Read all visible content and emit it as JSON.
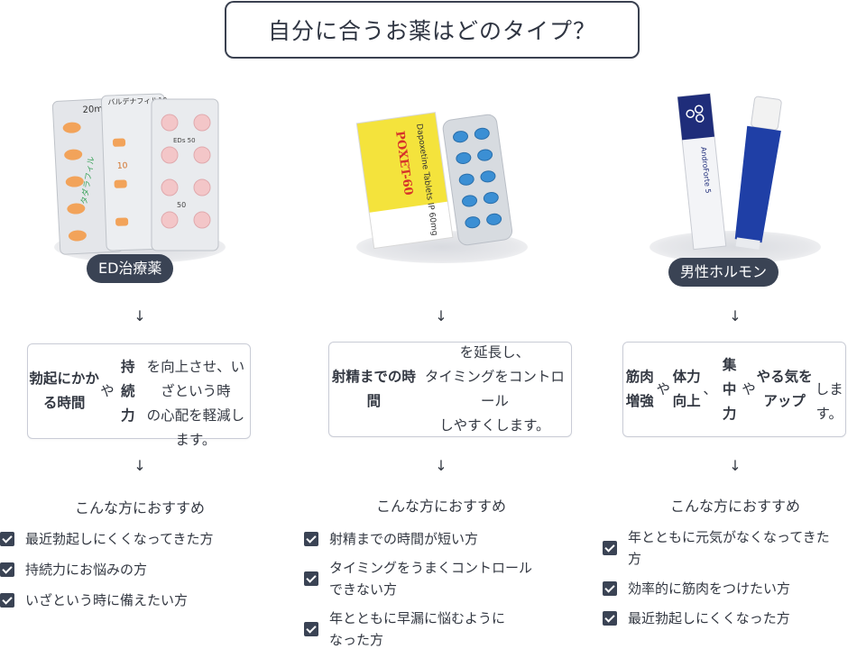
{
  "page_title": "自分に合うお薬はどのタイプ？",
  "arrow_glyph": "↓",
  "columns": [
    {
      "badge": "ED治療薬",
      "desc_html": "<b>勃起にかかる時間</b>や<b>持続力</b><br>を向上させ、いざという時<br>の心配を軽減します。",
      "rec_heading": "こんな方におすすめ",
      "recommendations": [
        "最近勃起しにくくなってきた方",
        "持続力にお悩みの方",
        "いざという時に備えたい方"
      ],
      "product_labels": [
        "タダラフィル",
        "20mg",
        "バルデナフィル10",
        "10",
        "EDs 50",
        "50"
      ]
    },
    {
      "badge": "",
      "desc_html": "<b>射精までの時間</b>を延長し、<br>タイミングをコントロール<br>しやすくします。",
      "rec_heading": "こんな方におすすめ",
      "recommendations": [
        "射精までの時間が短い方",
        "タイミングをうまくコントロール\nできない方",
        "年とともに早漏に悩むように\nなった方"
      ],
      "product_labels": [
        "POXET-60",
        "Dapoxetine Tablets IP 60mg"
      ]
    },
    {
      "badge": "男性ホルモン",
      "desc_html": "<b>筋肉増強</b>や<b>体力向上</b>、<br><b>集中力</b>や<b>やる気をアップ</b><br>します。",
      "rec_heading": "こんな方におすすめ",
      "recommendations": [
        "年とともに元気がなくなってきた\n方",
        "効率的に筋肉をつけたい方",
        "最近勃起しにくくなった方"
      ],
      "product_labels": [
        "AndroForte 5"
      ]
    }
  ],
  "colors": {
    "navy": "#3a4354",
    "border": "#c9ccd6",
    "text": "#333842",
    "pill_blue": "#3b8fd4",
    "pill_orange": "#f2a35a",
    "pill_pink": "#f3c6c8",
    "box_yellow": "#f4e33c",
    "tube_blue": "#1f3fa6"
  }
}
